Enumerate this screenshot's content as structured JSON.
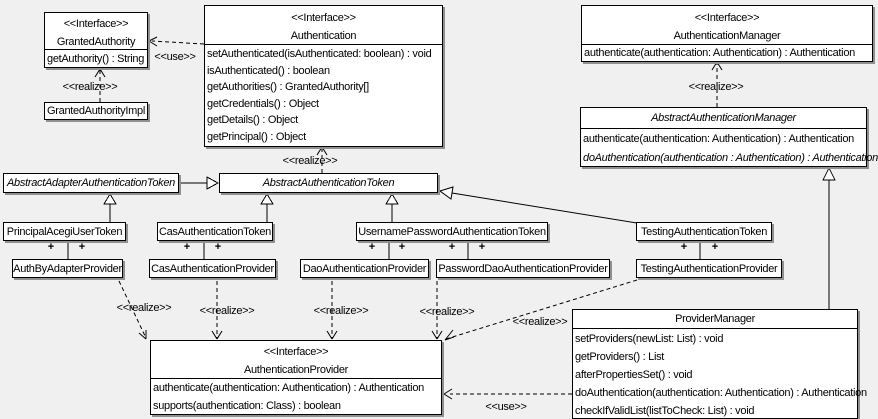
{
  "diagram": {
    "labels": {
      "realize": "<<realize>>",
      "use": "<<use>>",
      "plus": "+"
    },
    "classes": {
      "granted_authority": {
        "stereotype": "<<Interface>>",
        "name": "GrantedAuthority",
        "methods": [
          "getAuthority() : String"
        ]
      },
      "granted_authority_impl": {
        "name": "GrantedAuthorityImpl"
      },
      "authentication": {
        "stereotype": "<<Interface>>",
        "name": "Authentication",
        "methods": [
          "setAuthenticated(isAuthenticated: boolean) : void",
          "isAuthenticated() : boolean",
          "getAuthorities() : GrantedAuthority[]",
          "getCredentials() : Object",
          "getDetails() : Object",
          "getPrincipal() : Object"
        ]
      },
      "authentication_manager": {
        "stereotype": "<<Interface>>",
        "name": "AuthenticationManager",
        "methods": [
          "authenticate(authentication: Authentication) : Authentication"
        ]
      },
      "abstract_authentication_manager": {
        "name": "AbstractAuthenticationManager",
        "methods": [
          "authenticate(authentication: Authentication) : Authentication",
          "doAuthentication(authentication : Authentication) : Authentication"
        ]
      },
      "abstract_adapter_authentication_token": {
        "name": "AbstractAdapterAuthenticationToken"
      },
      "abstract_authentication_token": {
        "name": "AbstractAuthenticationToken"
      },
      "principal_acegi_user_token": {
        "name": "PrincipalAcegiUserToken"
      },
      "cas_authentication_token": {
        "name": "CasAuthenticationToken"
      },
      "username_password_authentication_token": {
        "name": "UsernamePasswordAuthenticationToken"
      },
      "testing_authentication_token": {
        "name": "TestingAuthenticationToken"
      },
      "auth_by_adapter_provider": {
        "name": "AuthByAdapterProvider"
      },
      "cas_authentication_provider": {
        "name": "CasAuthenticationProvider"
      },
      "dao_authentication_provider": {
        "name": "DaoAuthenticationProvider"
      },
      "password_dao_authentication_provider": {
        "name": "PasswordDaoAuthenticationProvider"
      },
      "testing_authentication_provider": {
        "name": "TestingAuthenticationProvider"
      },
      "authentication_provider": {
        "stereotype": "<<Interface>>",
        "name": "AuthenticationProvider",
        "methods": [
          "authenticate(authentication: Authentication) : Authentication",
          "supports(authentication: Class) : boolean"
        ]
      },
      "provider_manager": {
        "name": "ProviderManager",
        "methods": [
          "setProviders(newList: List) : void",
          "getProviders() : List",
          "afterPropertiesSet() : void",
          "doAuthentication(authentication: Authentication) : Authentication",
          "checkIfValidList(listToCheck: List) : void"
        ]
      }
    }
  }
}
